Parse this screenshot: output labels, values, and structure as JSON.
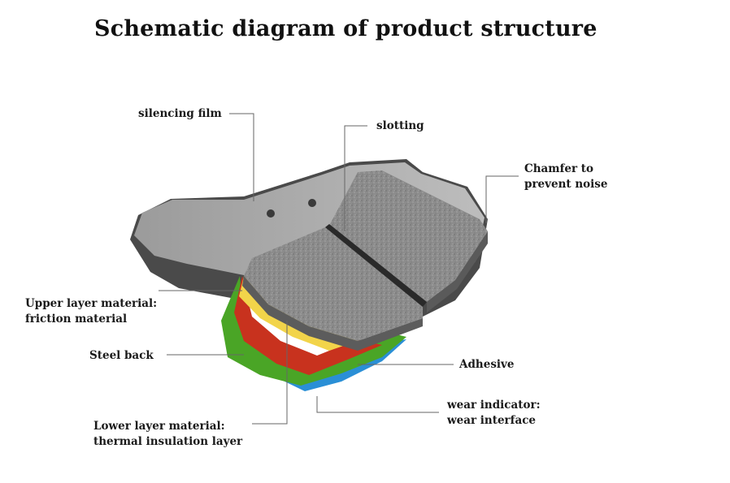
{
  "title": "Schematic diagram of product structure",
  "labels": {
    "silencing_film": "silencing film",
    "slotting": "slotting",
    "chamfer_line1": "Chamfer to",
    "chamfer_line2": "prevent noise",
    "upper_line1": "Upper layer material:",
    "upper_line2": "friction material",
    "steel_back": "Steel back",
    "adhesive": "Adhesive",
    "wear_line1": "wear indicator:",
    "wear_line2": "wear interface",
    "lower_line1": "Lower layer material:",
    "lower_line2": "thermal insulation layer"
  },
  "colors": {
    "friction_pad": "#8a8a8a",
    "backplate": "#6e6e6e",
    "yellow_layer": "#f2d44a",
    "red_layer": "#c8321e",
    "green_layer": "#4aa526",
    "blue_layer": "#2a8fd6",
    "leader_line": "#666666"
  }
}
